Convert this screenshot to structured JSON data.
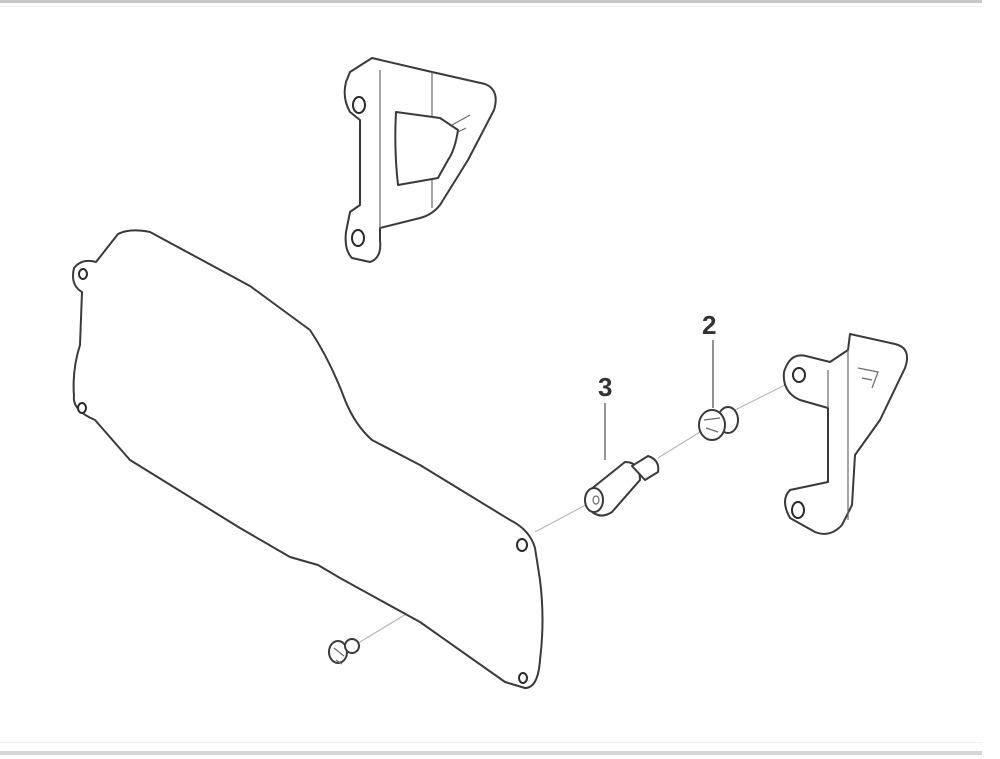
{
  "diagram": {
    "type": "exploded-parts-view",
    "callouts": [
      {
        "number": "2",
        "part": "screw-bolt"
      },
      {
        "number": "3",
        "part": "threaded-spacer"
      }
    ],
    "unlabeled_parts": [
      "upper-bracket",
      "right-bracket",
      "cover-plate",
      "small-screw"
    ]
  },
  "labels": {
    "callout_2": "2",
    "callout_3": "3"
  },
  "colors": {
    "line": "#3a3a3a",
    "background": "#ffffff",
    "frame": "#c8c8c8"
  }
}
